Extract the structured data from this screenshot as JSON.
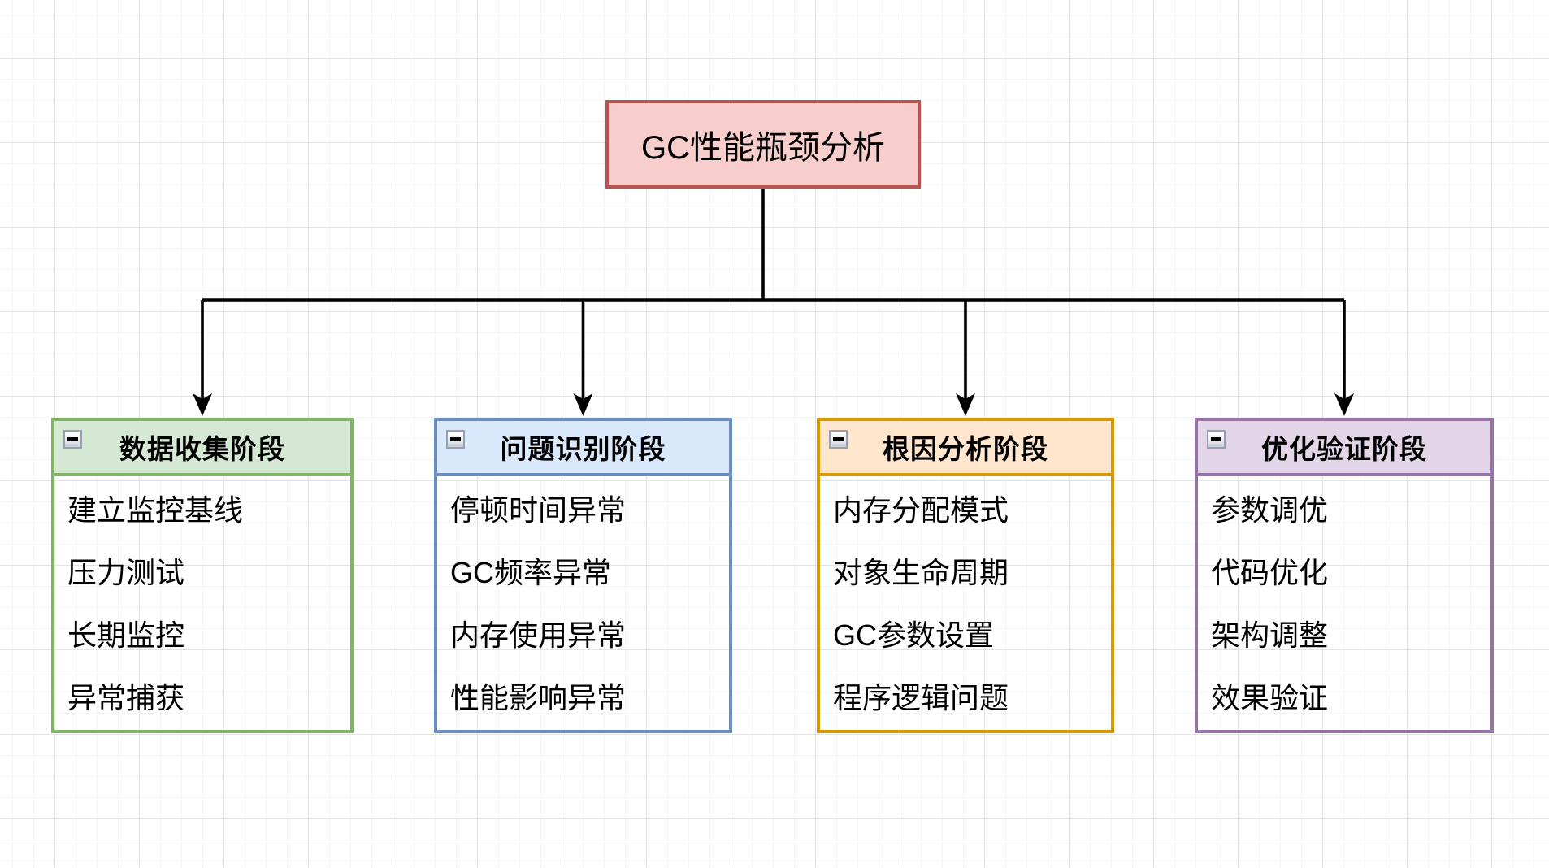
{
  "diagram": {
    "root": {
      "label": "GC性能瓶颈分析",
      "fill": "#f8cecc",
      "stroke": "#b85450"
    },
    "connector": {
      "color": "#000000"
    },
    "groups": [
      {
        "title": "数据收集阶段",
        "fill": "#d5e8d4",
        "stroke": "#82b366",
        "items": [
          "建立监控基线",
          "压力测试",
          "长期监控",
          "异常捕获"
        ]
      },
      {
        "title": "问题识别阶段",
        "fill": "#dae8fc",
        "stroke": "#6c8ebf",
        "items": [
          "停顿时间异常",
          "GC频率异常",
          "内存使用异常",
          "性能影响异常"
        ]
      },
      {
        "title": "根因分析阶段",
        "fill": "#ffe6cc",
        "stroke": "#d79b00",
        "items": [
          "内存分配模式",
          "对象生命周期",
          "GC参数设置",
          "程序逻辑问题"
        ]
      },
      {
        "title": "优化验证阶段",
        "fill": "#e1d5e7",
        "stroke": "#9673a6",
        "items": [
          "参数调优",
          "代码优化",
          "架构调整",
          "效果验证"
        ]
      }
    ]
  }
}
